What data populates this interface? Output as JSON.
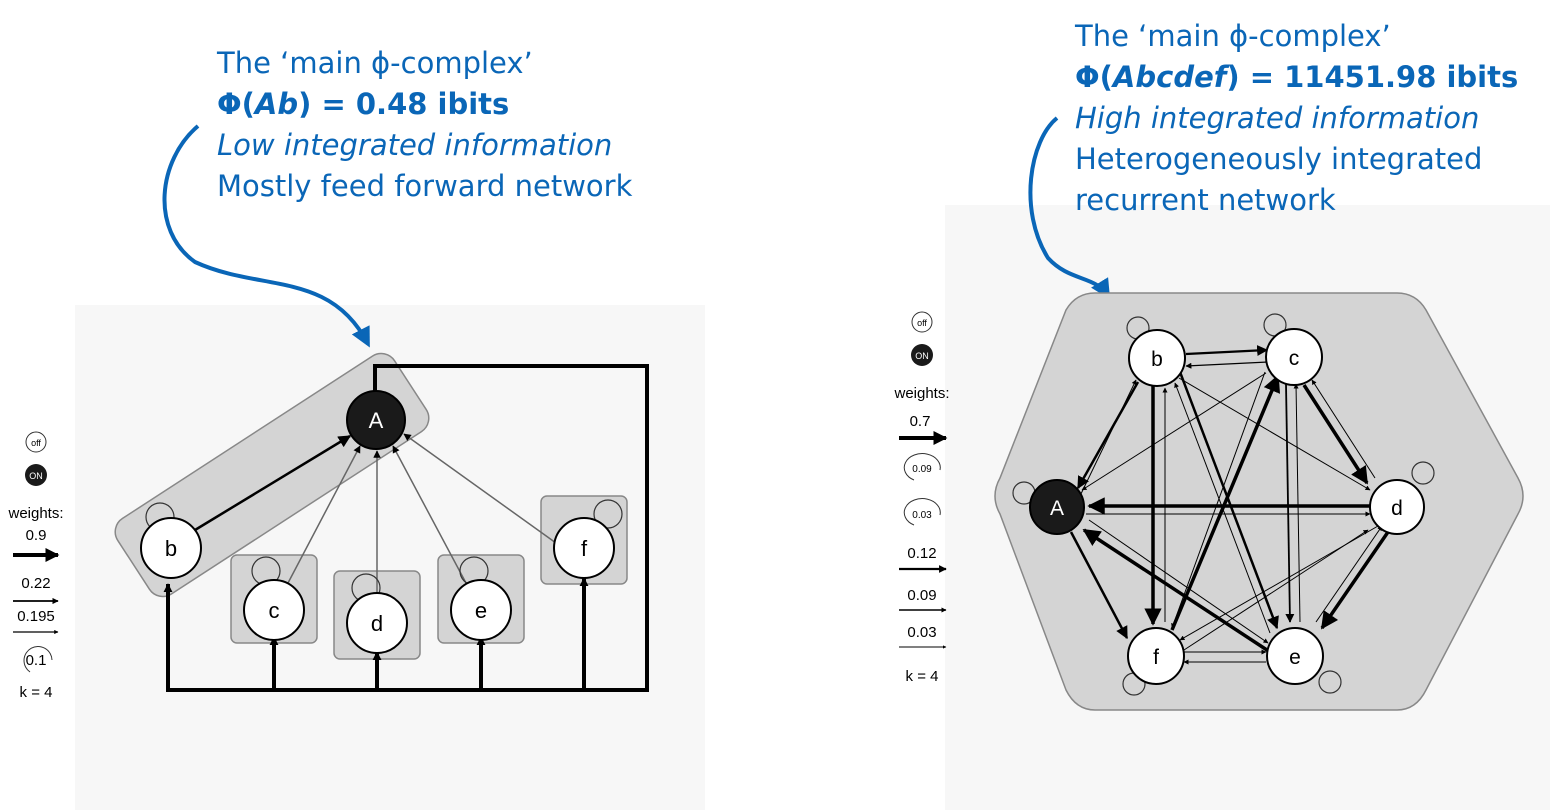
{
  "left": {
    "caption": {
      "line1": "The ‘main ϕ-complex’",
      "phi_prefix": "Φ(",
      "phi_subset": "Ab",
      "phi_suffix": ") = 0.48 ibits",
      "line3": "Low integrated information",
      "line4": "Mostly feed forward network"
    },
    "legend": {
      "off": "off",
      "on": "ON",
      "weights_label": "weights:",
      "weights": [
        "0.9",
        "0.22",
        "0.195"
      ],
      "self_loop": "0.1",
      "k": "k = 4"
    },
    "nodes": [
      "A",
      "b",
      "c",
      "d",
      "e",
      "f"
    ],
    "on_nodes": [
      "A"
    ]
  },
  "right": {
    "caption": {
      "line1": "The ‘main ϕ-complex’",
      "phi_prefix": "Φ(",
      "phi_subset": "Abcdef",
      "phi_suffix": ") = 11451.98 ibits",
      "line3": "High integrated information",
      "line4": "Heterogeneously integrated",
      "line5": "recurrent network"
    },
    "legend": {
      "off": "off",
      "on": "ON",
      "weights_label": "weights:",
      "weight_top": "0.7",
      "self_loops": [
        "0.09",
        "0.03"
      ],
      "weights": [
        "0.12",
        "0.09",
        "0.03"
      ],
      "k": "k = 4"
    },
    "nodes": [
      "A",
      "b",
      "c",
      "d",
      "e",
      "f"
    ],
    "on_nodes": [
      "A"
    ]
  },
  "colors": {
    "accent": "#0a66b7",
    "complex_fill": "#d4d4d4",
    "panel_bg": "#f7f7f7",
    "on_node": "#1a1a1a",
    "off_node": "#ffffff"
  }
}
